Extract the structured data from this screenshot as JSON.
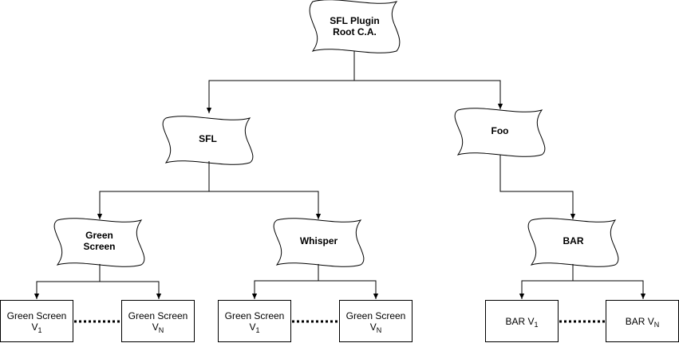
{
  "nodes": {
    "root": {
      "line1": "SFL Plugin",
      "line2": "Root C.A."
    },
    "sfl": {
      "label": "SFL"
    },
    "foo": {
      "label": "Foo"
    },
    "green_screen": {
      "line1": "Green",
      "line2": "Screen"
    },
    "whisper": {
      "label": "Whisper"
    },
    "bar": {
      "label": "BAR"
    }
  },
  "leaves": {
    "gs_v1": {
      "line1": "Green Screen",
      "base": "V",
      "sub": "1"
    },
    "gs_vn": {
      "line1": "Green Screen",
      "base": "V",
      "sub": "N"
    },
    "wh_v1": {
      "line1": "Green Screen",
      "base": "V",
      "sub": "1"
    },
    "wh_vn": {
      "line1": "Green Screen",
      "base": "V",
      "sub": "N"
    },
    "bar_v1": {
      "text": "BAR V",
      "sub": "1"
    },
    "bar_vn": {
      "text": "BAR V",
      "sub": "N"
    }
  }
}
